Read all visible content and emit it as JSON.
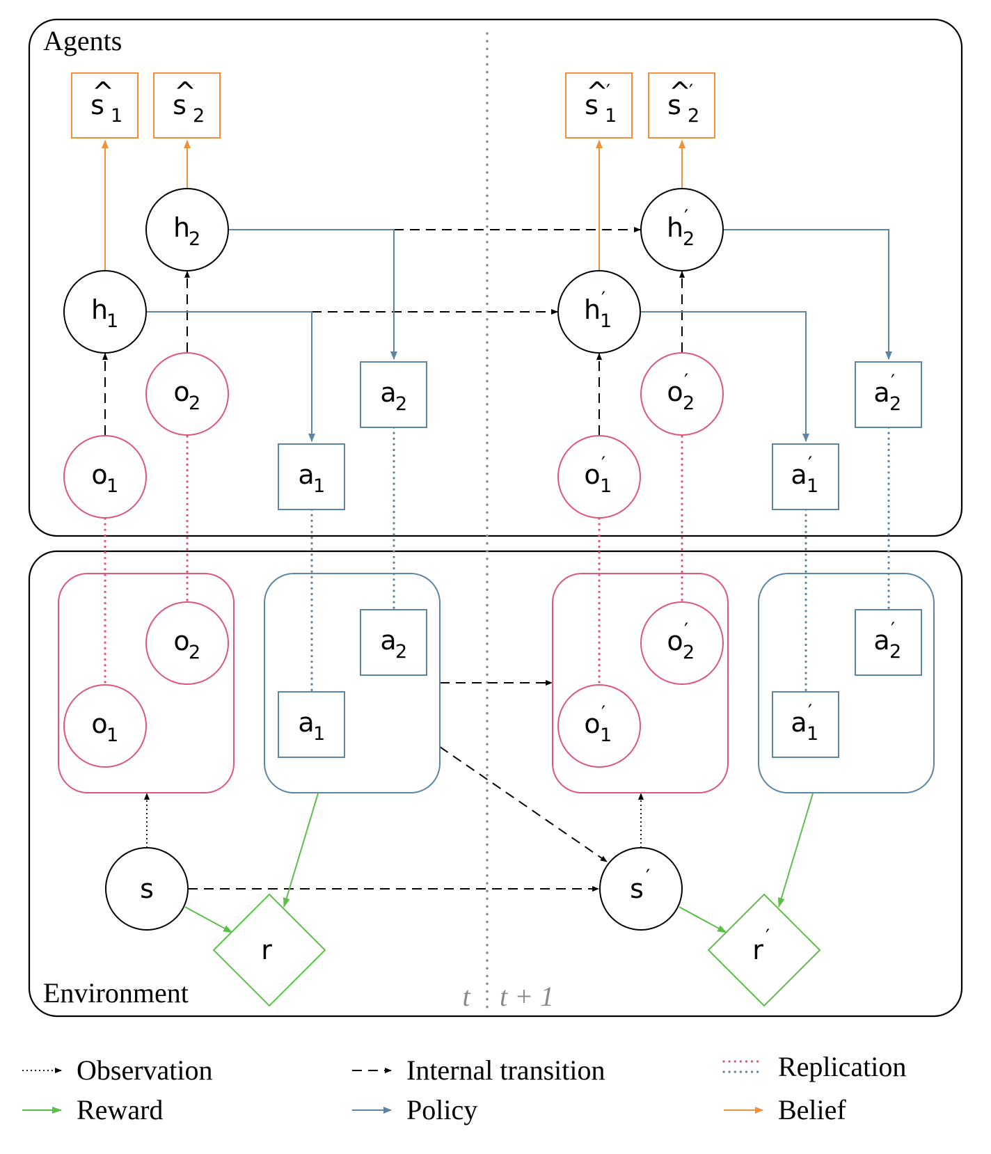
{
  "panels": {
    "agents_label": "Agents",
    "environment_label": "Environment"
  },
  "time": {
    "t": "t",
    "t_next": "t + 1"
  },
  "nodes": {
    "s_hat1": {
      "base": "s",
      "sub": "1",
      "hat": "^",
      "prime": ""
    },
    "s_hat2": {
      "base": "s",
      "sub": "2",
      "hat": "^",
      "prime": ""
    },
    "s_hat1p": {
      "base": "s",
      "sub": "1",
      "hat": "^",
      "prime": "′"
    },
    "s_hat2p": {
      "base": "s",
      "sub": "2",
      "hat": "^",
      "prime": "′"
    },
    "h1": {
      "base": "h",
      "sub": "1",
      "prime": ""
    },
    "h2": {
      "base": "h",
      "sub": "2",
      "prime": ""
    },
    "h1p": {
      "base": "h",
      "sub": "1",
      "prime": "′"
    },
    "h2p": {
      "base": "h",
      "sub": "2",
      "prime": "′"
    },
    "o1": {
      "base": "o",
      "sub": "1",
      "prime": ""
    },
    "o2": {
      "base": "o",
      "sub": "2",
      "prime": ""
    },
    "o1p": {
      "base": "o",
      "sub": "1",
      "prime": "′"
    },
    "o2p": {
      "base": "o",
      "sub": "2",
      "prime": "′"
    },
    "a1": {
      "base": "a",
      "sub": "1",
      "prime": ""
    },
    "a2": {
      "base": "a",
      "sub": "2",
      "prime": ""
    },
    "a1p": {
      "base": "a",
      "sub": "1",
      "prime": "′"
    },
    "a2p": {
      "base": "a",
      "sub": "2",
      "prime": "′"
    },
    "env_o1": {
      "base": "o",
      "sub": "1",
      "prime": ""
    },
    "env_o2": {
      "base": "o",
      "sub": "2",
      "prime": ""
    },
    "env_o1p": {
      "base": "o",
      "sub": "1",
      "prime": "′"
    },
    "env_o2p": {
      "base": "o",
      "sub": "2",
      "prime": "′"
    },
    "env_a1": {
      "base": "a",
      "sub": "1",
      "prime": ""
    },
    "env_a2": {
      "base": "a",
      "sub": "2",
      "prime": ""
    },
    "env_a1p": {
      "base": "a",
      "sub": "1",
      "prime": "′"
    },
    "env_a2p": {
      "base": "a",
      "sub": "2",
      "prime": "′"
    },
    "s": {
      "base": "s",
      "prime": ""
    },
    "sp": {
      "base": "s",
      "prime": "′"
    },
    "r": {
      "base": "r",
      "prime": ""
    },
    "rp": {
      "base": "r",
      "prime": "′"
    }
  },
  "legend": {
    "observation": "Observation",
    "reward": "Reward",
    "internal_transition": "Internal transition",
    "policy": "Policy",
    "replication": "Replication",
    "belief": "Belief"
  },
  "colors": {
    "observation": "#e0557a",
    "action": "#5b84a6",
    "belief": "#f0903a",
    "reward": "#5cbf4a",
    "black": "#000000",
    "divider": "#8a8a8a"
  }
}
